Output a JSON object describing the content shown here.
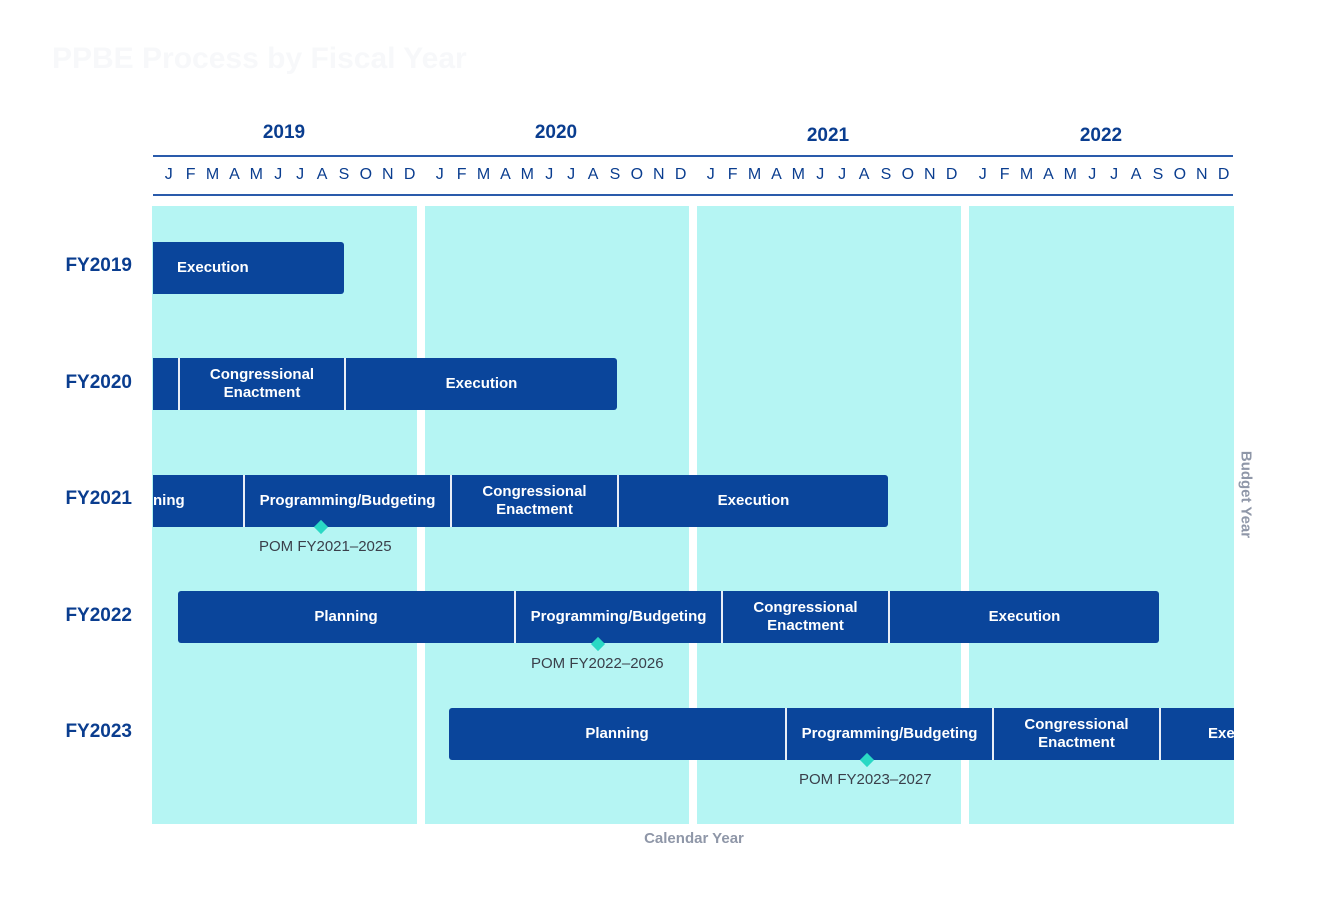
{
  "title": "PPBE Process by Fiscal Year",
  "years": [
    "2019",
    "2020",
    "2021",
    "2022"
  ],
  "months": [
    "J",
    "F",
    "M",
    "A",
    "M",
    "J",
    "J",
    "A",
    "S",
    "O",
    "N",
    "D"
  ],
  "axes": {
    "x_label": "Calendar Year",
    "y_label": "Budget Year"
  },
  "colors": {
    "bar": "#0a459b",
    "band": "#b5f5f3",
    "text_blue": "#0a3d8f",
    "marker": "#2ad8c4"
  },
  "rows": [
    {
      "label": "FY2019",
      "segments": [
        {
          "label": "Execution"
        }
      ]
    },
    {
      "label": "FY2020",
      "segments": [
        {
          "label": ""
        },
        {
          "label": "Congressional\nEnactment"
        },
        {
          "label": "Execution"
        }
      ]
    },
    {
      "label": "FY2021",
      "segments": [
        {
          "label": "ning"
        },
        {
          "label": "Programming/Budgeting"
        },
        {
          "label": "Congressional\nEnactment"
        },
        {
          "label": "Execution"
        }
      ],
      "pom": "POM FY2021–2025"
    },
    {
      "label": "FY2022",
      "segments": [
        {
          "label": "Planning"
        },
        {
          "label": "Programming/Budgeting"
        },
        {
          "label": "Congressional\nEnactment"
        },
        {
          "label": "Execution"
        }
      ],
      "pom": "POM FY2022–2026"
    },
    {
      "label": "FY2023",
      "segments": [
        {
          "label": "Planning"
        },
        {
          "label": "Programming/Budgeting"
        },
        {
          "label": "Congressional\nEnactment"
        },
        {
          "label": "Exe"
        }
      ],
      "pom": "POM FY2023–2027"
    }
  ]
}
